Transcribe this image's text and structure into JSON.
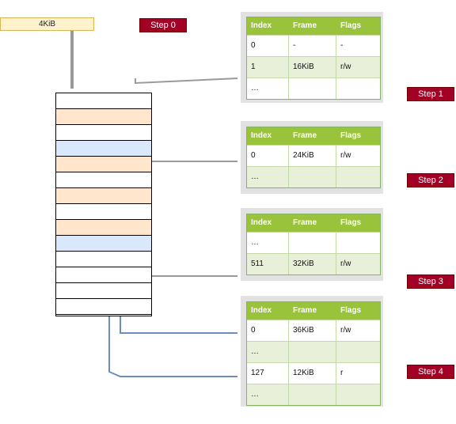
{
  "virtual_address": "4KiB",
  "steps": [
    "Step 0",
    "Step 1",
    "Step 2",
    "Step 3",
    "Step 4"
  ],
  "table_headers": {
    "index": "Index",
    "frame": "Frame",
    "flags": "Flags"
  },
  "tables": [
    {
      "rows": [
        {
          "index": "0",
          "frame": "-",
          "flags": "-"
        },
        {
          "index": "1",
          "frame": "16KiB",
          "flags": "r/w"
        },
        {
          "index": "…",
          "frame": "",
          "flags": ""
        }
      ]
    },
    {
      "rows": [
        {
          "index": "0",
          "frame": "24KiB",
          "flags": "r/w"
        },
        {
          "index": "…",
          "frame": "",
          "flags": ""
        }
      ]
    },
    {
      "rows": [
        {
          "index": "…",
          "frame": "",
          "flags": ""
        },
        {
          "index": "511",
          "frame": "32KiB",
          "flags": "r/w"
        }
      ]
    },
    {
      "rows": [
        {
          "index": "0",
          "frame": "36KiB",
          "flags": "r/w"
        },
        {
          "index": "…",
          "frame": "",
          "flags": ""
        },
        {
          "index": "127",
          "frame": "12KiB",
          "flags": "r"
        },
        {
          "index": "…",
          "frame": "",
          "flags": ""
        }
      ]
    }
  ],
  "memory_row_colors": [
    "white",
    "orange",
    "white",
    "blue",
    "orange",
    "white",
    "orange",
    "white",
    "orange",
    "blue",
    "white",
    "white",
    "white",
    "white"
  ]
}
